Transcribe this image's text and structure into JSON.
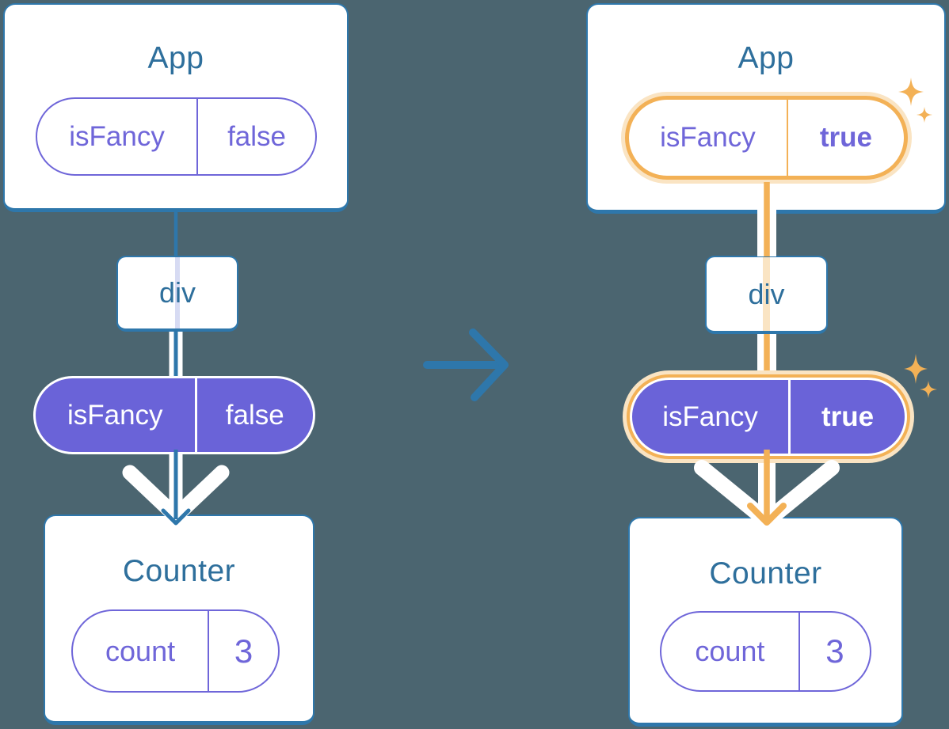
{
  "colors": {
    "bg": "#4b6570",
    "card_border": "#2e77ab",
    "heading": "#2e6f9c",
    "purple": "#6f66d9",
    "purple_fill": "#6a63d8",
    "lavender": "#d7dbf3",
    "orange": "#f3b156",
    "orange_light": "#fae4c3",
    "white": "#ffffff"
  },
  "left": {
    "app": {
      "title": "App",
      "prop": {
        "key": "isFancy",
        "value": "false"
      }
    },
    "div_label": "div",
    "passed_prop": {
      "key": "isFancy",
      "value": "false"
    },
    "counter": {
      "title": "Counter",
      "state": {
        "key": "count",
        "value": "3"
      }
    }
  },
  "right": {
    "app": {
      "title": "App",
      "prop": {
        "key": "isFancy",
        "value": "true"
      }
    },
    "div_label": "div",
    "passed_prop": {
      "key": "isFancy",
      "value": "true"
    },
    "counter": {
      "title": "Counter",
      "state": {
        "key": "count",
        "value": "3"
      }
    }
  },
  "icons": {
    "transition_arrow": "right-arrow",
    "sparkles": "sparkle"
  }
}
